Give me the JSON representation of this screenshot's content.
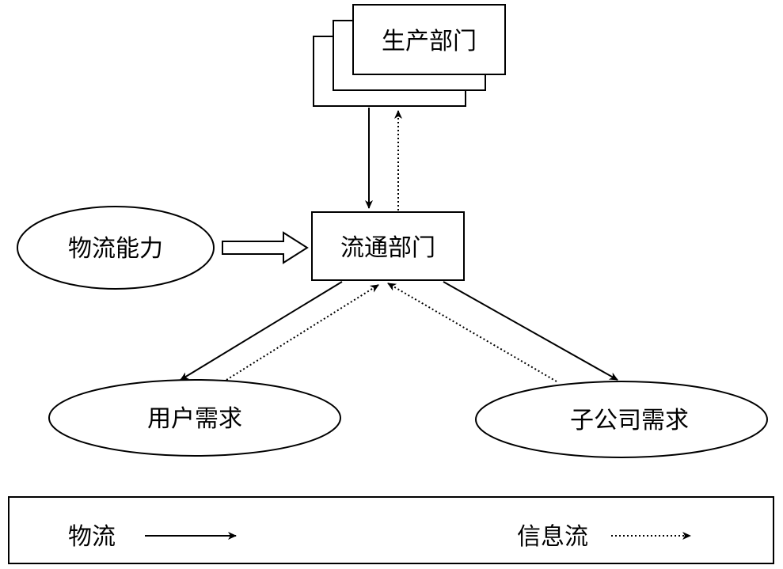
{
  "nodes": {
    "production": {
      "label": "生产部门"
    },
    "distribution": {
      "label": "流通部门"
    },
    "logistics_capacity": {
      "label": "物流能力"
    },
    "user_demand": {
      "label": "用户需求"
    },
    "subsidiary_demand": {
      "label": "子公司需求"
    }
  },
  "legend": {
    "material_flow": {
      "label": "物流"
    },
    "information_flow": {
      "label": "信息流"
    }
  },
  "colors": {
    "stroke": "#000000",
    "background": "#ffffff"
  }
}
